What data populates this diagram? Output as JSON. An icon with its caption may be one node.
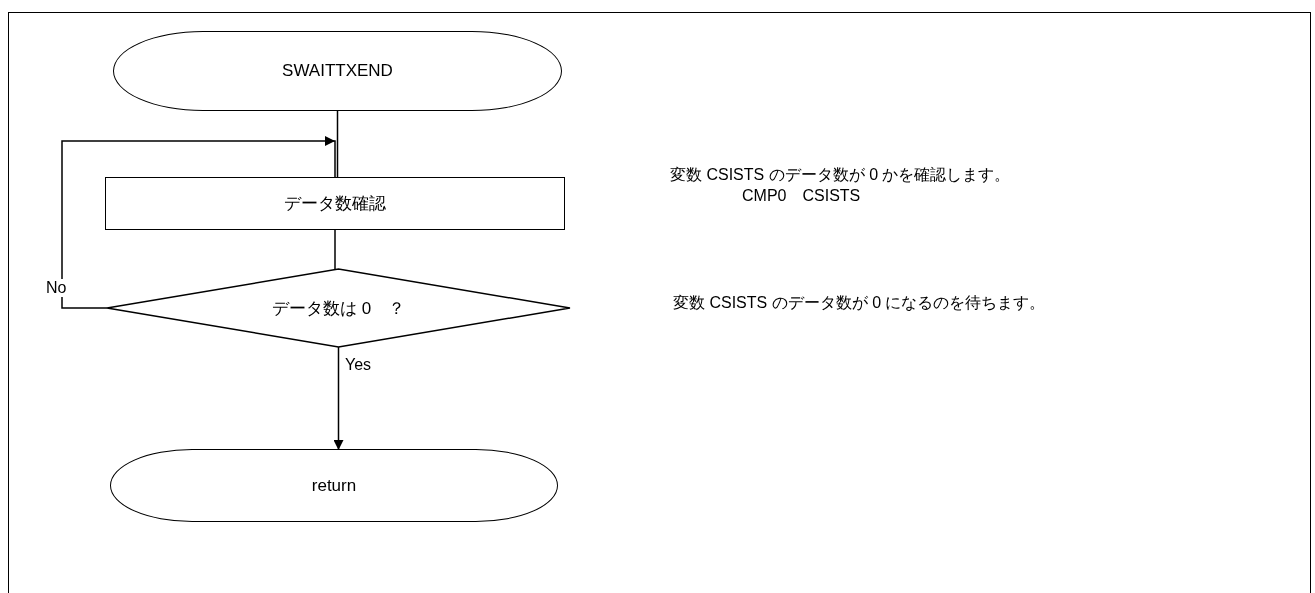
{
  "diagram": {
    "nodes": [
      {
        "text": [
          "SWAITTXEND"
        ]
      },
      {
        "text": [
          "データ数確認"
        ]
      },
      {
        "text": [
          "データ数は 0　？"
        ]
      },
      {
        "text": [
          "return"
        ]
      }
    ],
    "edges": [
      {
        "from": 0,
        "to": 1,
        "arrow": "none"
      },
      {
        "from": 1,
        "to": 2,
        "arrow": "none"
      },
      {
        "from": 2,
        "to": 1,
        "arrow": "to",
        "label": "No"
      },
      {
        "from": 2,
        "to": 3,
        "arrow": "to",
        "label": "Yes"
      }
    ],
    "labels": [
      "変数 CSISTS のデータ数が 0 かを確認します。",
      "CMP0　CSISTS",
      "変数 CSISTS のデータ数が 0 になるのを待ちます。"
    ]
  }
}
